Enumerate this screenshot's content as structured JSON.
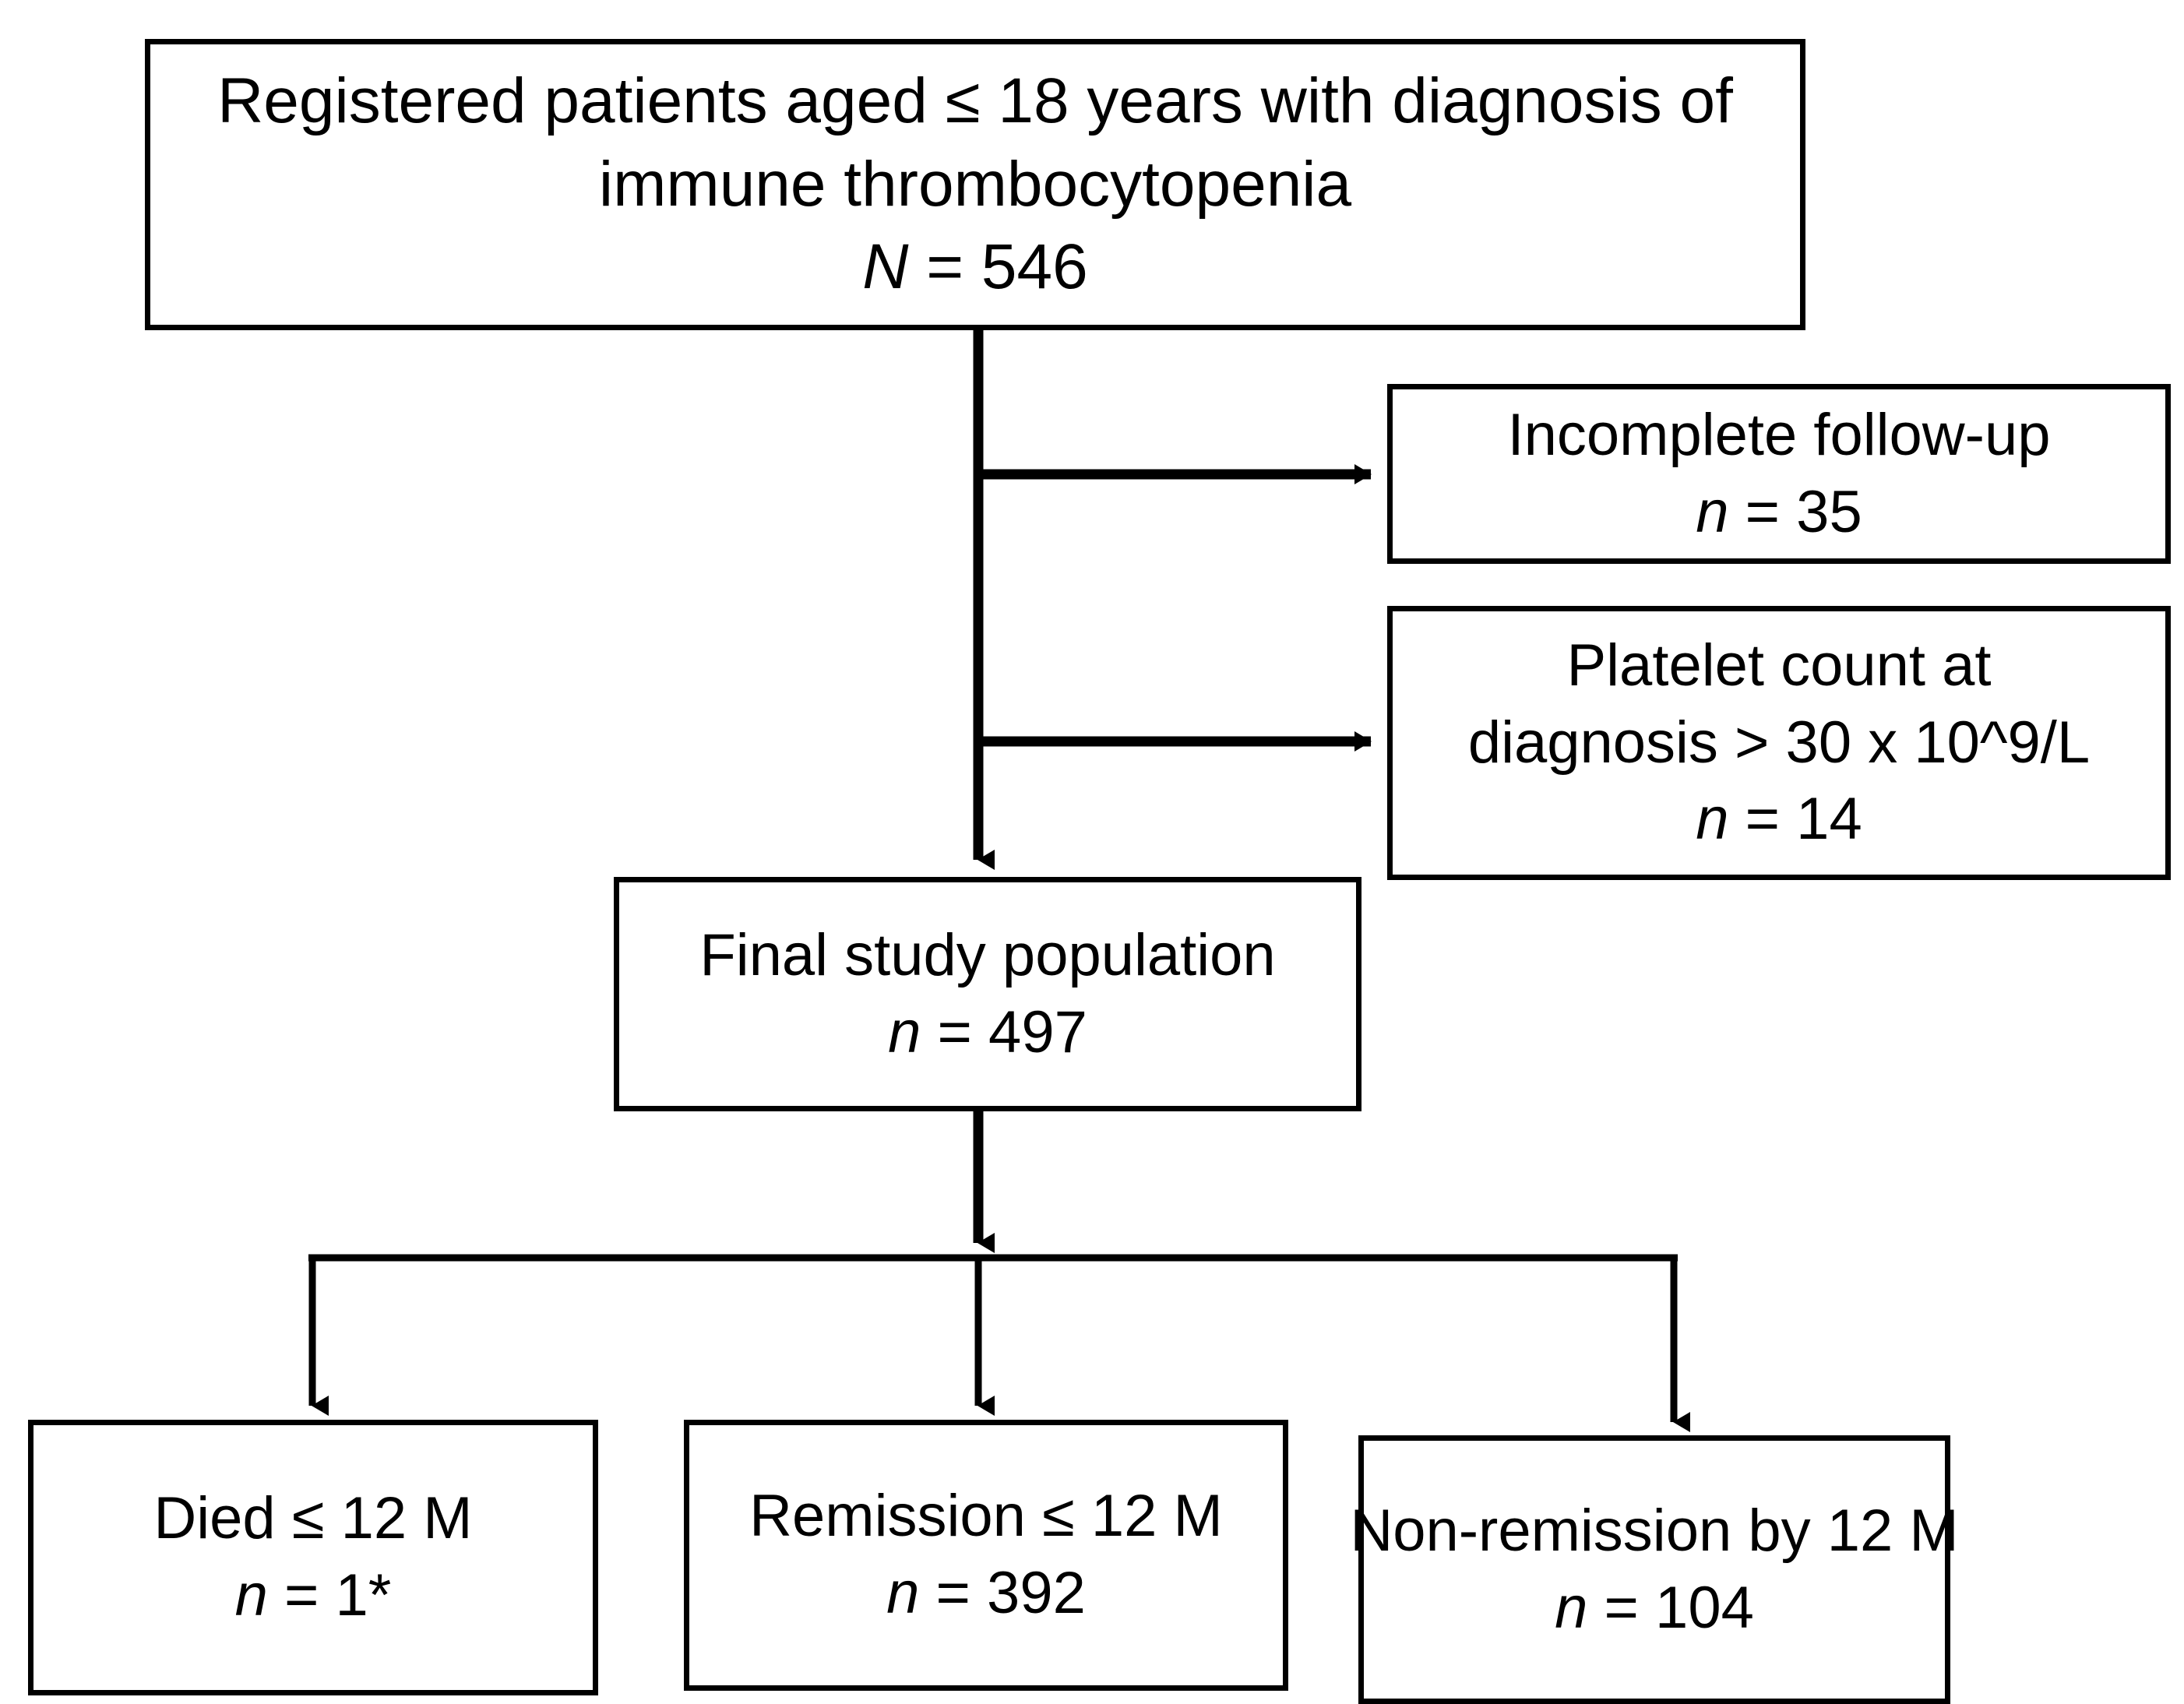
{
  "diagram": {
    "type": "flowchart",
    "title": "Patient selection flow diagram",
    "orientation": "top-down",
    "stroke_color": "#000000",
    "fill_color": "#FFFFFF",
    "text_color": "#000000"
  },
  "nodes": {
    "registered": {
      "id": "registered",
      "line1": "Registered patients aged ≤ 18 years with diagnosis of",
      "line2": "immune thrombocytopenia",
      "count_symbol": "N",
      "count_equals": " = ",
      "count_value": "546",
      "count_full": "N = 546"
    },
    "incomplete_followup": {
      "id": "incomplete-followup",
      "line1": "Incomplete follow-up",
      "count_symbol": "n",
      "count_equals": " = ",
      "count_value": "35",
      "count_full": "n = 35"
    },
    "platelet_excluded": {
      "id": "platelet-excluded",
      "line1": "Platelet count at",
      "line2": "diagnosis > 30 x 10^9/L",
      "count_symbol": "n",
      "count_equals": " = ",
      "count_value": "14",
      "count_full": "n = 14"
    },
    "final_population": {
      "id": "final-population",
      "line1": "Final study population",
      "count_symbol": "n",
      "count_equals": " = ",
      "count_value": "497",
      "count_full": "n = 497"
    },
    "died": {
      "id": "died",
      "line1": "Died ≤ 12 M",
      "count_symbol": "n",
      "count_equals": " = ",
      "count_value": "1*",
      "count_full": "n = 1*"
    },
    "remission": {
      "id": "remission",
      "line1": "Remission ≤ 12 M",
      "count_symbol": "n",
      "count_equals": " = ",
      "count_value": "392",
      "count_full": "n = 392"
    },
    "non_remission": {
      "id": "non-remission",
      "line1": "Non-remission by 12 M",
      "count_symbol": "n",
      "count_equals": " = ",
      "count_value": "104",
      "count_full": "n = 104"
    }
  },
  "edges": [
    {
      "id": "registered-to-final",
      "from": "registered",
      "to": "final_population",
      "direction": "down",
      "arrowhead": true
    },
    {
      "id": "registered-to-incomplete",
      "from": "registered",
      "to": "incomplete_followup",
      "direction": "right",
      "arrowhead": true
    },
    {
      "id": "registered-to-platelet",
      "from": "registered",
      "to": "platelet_excluded",
      "direction": "right",
      "arrowhead": true
    },
    {
      "id": "final-to-split",
      "from": "final_population",
      "to": "split",
      "direction": "down",
      "arrowhead": true
    },
    {
      "id": "split-to-died",
      "from": "split",
      "to": "died",
      "direction": "down",
      "arrowhead": true
    },
    {
      "id": "split-to-remission",
      "from": "split",
      "to": "remission",
      "direction": "down",
      "arrowhead": true
    },
    {
      "id": "split-to-non-remission",
      "from": "split",
      "to": "non_remission",
      "direction": "down",
      "arrowhead": true
    }
  ]
}
